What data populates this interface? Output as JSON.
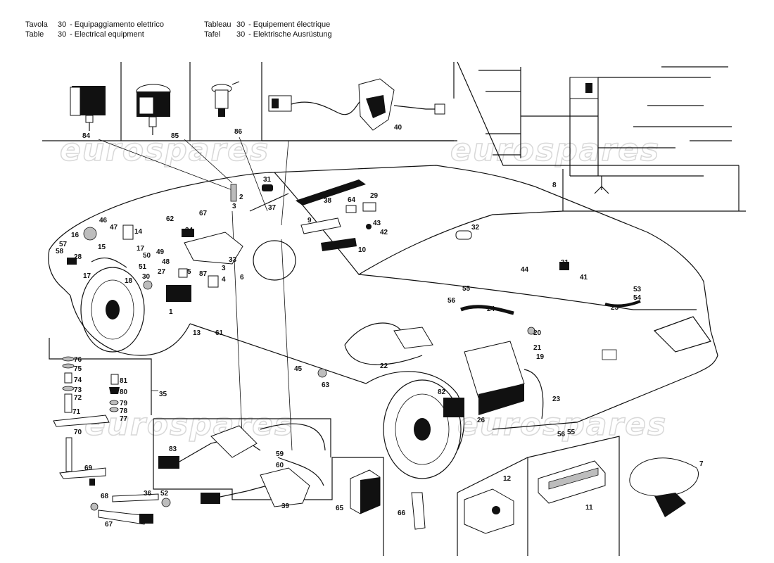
{
  "header": {
    "left": [
      {
        "word": "Tavola",
        "num": "30",
        "text": "- Equipaggiamento elettrico"
      },
      {
        "word": "Table",
        "num": "30",
        "text": "- Electrical equipment"
      }
    ],
    "right": [
      {
        "word": "Tableau",
        "num": "30",
        "text": "- Equipement électrique"
      },
      {
        "word": "Tafel",
        "num": "30",
        "text": "- Elektrische Ausrüstung"
      }
    ]
  },
  "watermark": "eurospares",
  "callouts": [
    "84",
    "85",
    "86",
    "40",
    "8",
    "31",
    "2",
    "3",
    "37",
    "38",
    "64",
    "29",
    "9",
    "10",
    "43",
    "42",
    "32",
    "46",
    "47",
    "16",
    "14",
    "62",
    "67",
    "34",
    "15",
    "57",
    "58",
    "28",
    "17",
    "50",
    "51",
    "49",
    "48",
    "27",
    "5",
    "87",
    "3",
    "4",
    "33",
    "6",
    "1",
    "13",
    "61",
    "30",
    "17",
    "18",
    "44",
    "31",
    "41",
    "55",
    "56",
    "24",
    "53",
    "54",
    "25",
    "20",
    "21",
    "19",
    "22",
    "45",
    "63",
    "82",
    "26",
    "23",
    "56",
    "55",
    "76",
    "75",
    "74",
    "73",
    "72",
    "71",
    "70",
    "81",
    "80",
    "79",
    "78",
    "77",
    "35",
    "69",
    "83",
    "59",
    "60",
    "39",
    "36",
    "52",
    "68",
    "67",
    "65",
    "66",
    "12",
    "11",
    "7"
  ]
}
